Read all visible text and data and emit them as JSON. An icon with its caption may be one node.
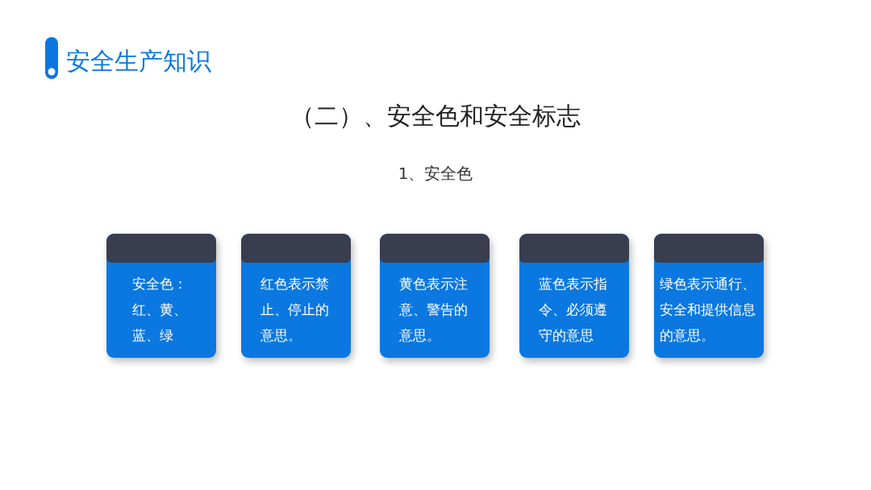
{
  "diagram": {
    "title": "安全生产知识",
    "nodes": [
      {
        "text": [
          "安全色：红、黄、蓝、绿"
        ]
      },
      {
        "text": [
          "红色表示禁止、停止的意思。"
        ]
      },
      {
        "text": [
          "黄色表示注意、警告的意思。"
        ]
      },
      {
        "text": [
          "蓝色表示指令、必须遵守的意思"
        ]
      },
      {
        "text": [
          "绿色表示通行、安全和提供信息的意思。"
        ]
      }
    ],
    "labels": [
      "（二）、安全色和安全标志",
      "1、安全色"
    ]
  }
}
